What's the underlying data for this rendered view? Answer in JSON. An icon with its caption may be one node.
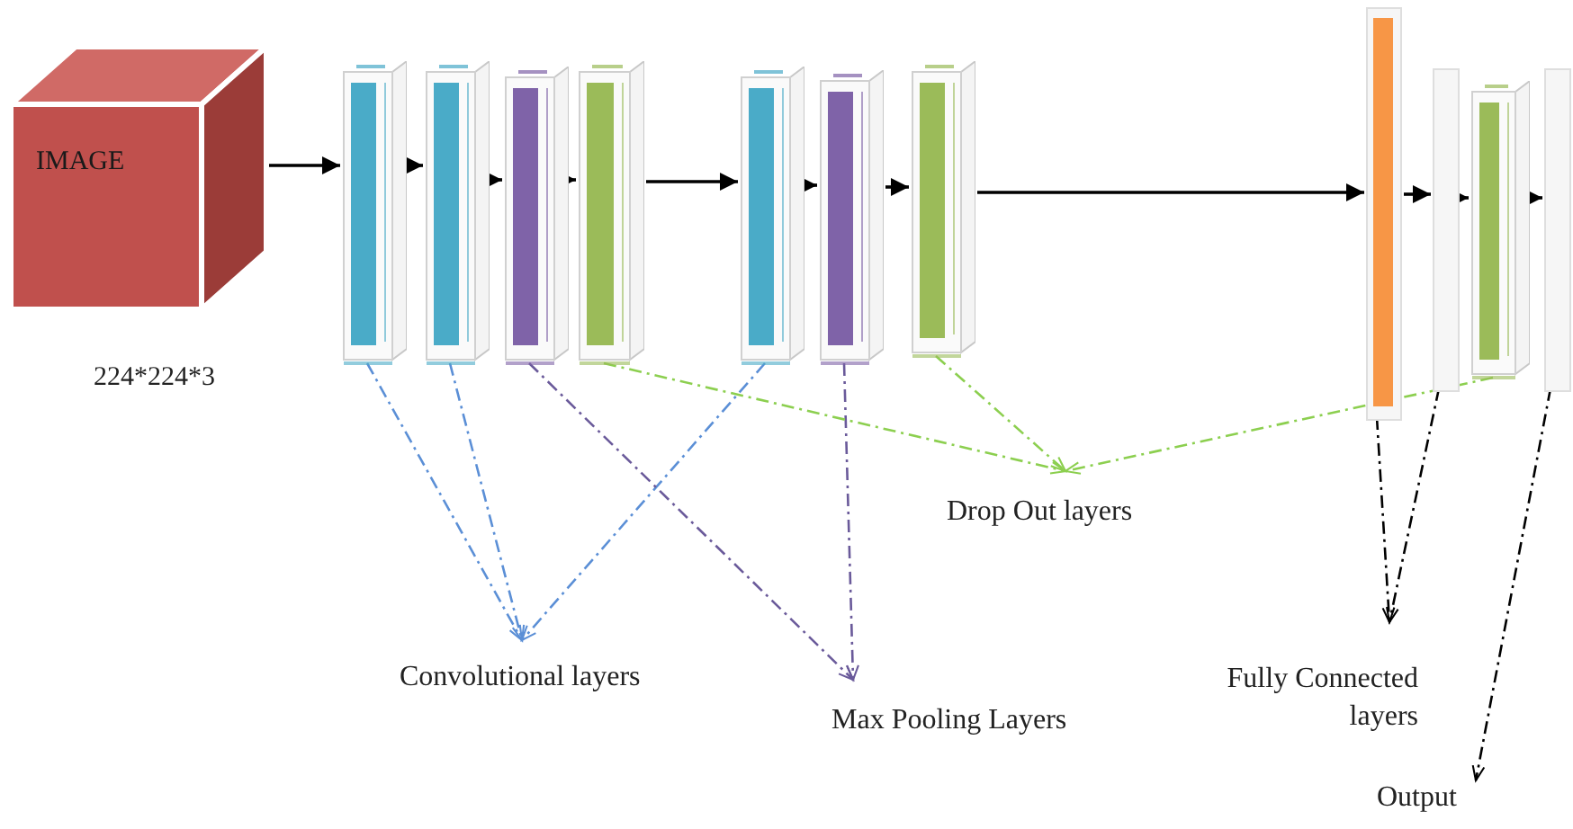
{
  "diagram": {
    "nodes": [
      {
        "text": [
          "IMAGE"
        ],
        "beside": [
          "224*224*3"
        ]
      },
      {
        "text": [],
        "shape": "bar"
      },
      {
        "text": [],
        "shape": "bar"
      },
      {
        "text": [],
        "shape": "bar"
      },
      {
        "text": [],
        "shape": "bar"
      },
      {
        "text": [],
        "shape": "bar"
      },
      {
        "text": [],
        "shape": "bar"
      },
      {
        "text": [],
        "shape": "bar"
      },
      {
        "text": [],
        "shape": "bar"
      },
      {
        "text": [],
        "shape": "bar"
      },
      {
        "text": [],
        "shape": "bar"
      },
      {
        "text": [],
        "shape": "bar"
      },
      {
        "text": [
          "Convolutional layers"
        ]
      },
      {
        "text": [
          "Max Pooling Layers"
        ]
      },
      {
        "text": [
          "Drop Out layers"
        ]
      },
      {
        "text": [
          "Fully Connected layers"
        ]
      },
      {
        "text": [
          "Output"
        ]
      }
    ],
    "edges": [
      {
        "from": 0,
        "to": 1,
        "arrow": "to"
      },
      {
        "from": 1,
        "to": 2,
        "arrow": "to"
      },
      {
        "from": 2,
        "to": 3,
        "arrow": "to"
      },
      {
        "from": 3,
        "to": 4,
        "arrow": "to"
      },
      {
        "from": 4,
        "to": 5,
        "arrow": "to"
      },
      {
        "from": 5,
        "to": 6,
        "arrow": "to"
      },
      {
        "from": 6,
        "to": 7,
        "arrow": "to"
      },
      {
        "from": 7,
        "to": 8,
        "arrow": "to"
      },
      {
        "from": 8,
        "to": 9,
        "arrow": "to"
      },
      {
        "from": 9,
        "to": 10,
        "arrow": "to"
      },
      {
        "from": 10,
        "to": 11,
        "arrow": "to"
      },
      {
        "from": 1,
        "to": 12,
        "arrow": "to",
        "style": "dashed",
        "color": "#5b8fd6"
      },
      {
        "from": 2,
        "to": 12,
        "arrow": "to",
        "style": "dashed",
        "color": "#5b8fd6"
      },
      {
        "from": 5,
        "to": 12,
        "arrow": "to",
        "style": "dashed",
        "color": "#5b8fd6"
      },
      {
        "from": 3,
        "to": 13,
        "arrow": "to",
        "style": "dashed",
        "color": "#6a5a9a"
      },
      {
        "from": 6,
        "to": 13,
        "arrow": "to",
        "style": "dashed",
        "color": "#6a5a9a"
      },
      {
        "from": 4,
        "to": 14,
        "arrow": "to",
        "style": "dashed",
        "color": "#8ccf4f"
      },
      {
        "from": 7,
        "to": 14,
        "arrow": "to",
        "style": "dashed",
        "color": "#8ccf4f"
      },
      {
        "from": 10,
        "to": 14,
        "arrow": "to",
        "style": "dashed",
        "color": "#8ccf4f"
      },
      {
        "from": 8,
        "to": 15,
        "arrow": "to",
        "style": "dashed"
      },
      {
        "from": 9,
        "to": 15,
        "arrow": "to",
        "style": "dashed"
      },
      {
        "from": 11,
        "to": 16,
        "arrow": "to",
        "style": "dashed"
      }
    ]
  }
}
